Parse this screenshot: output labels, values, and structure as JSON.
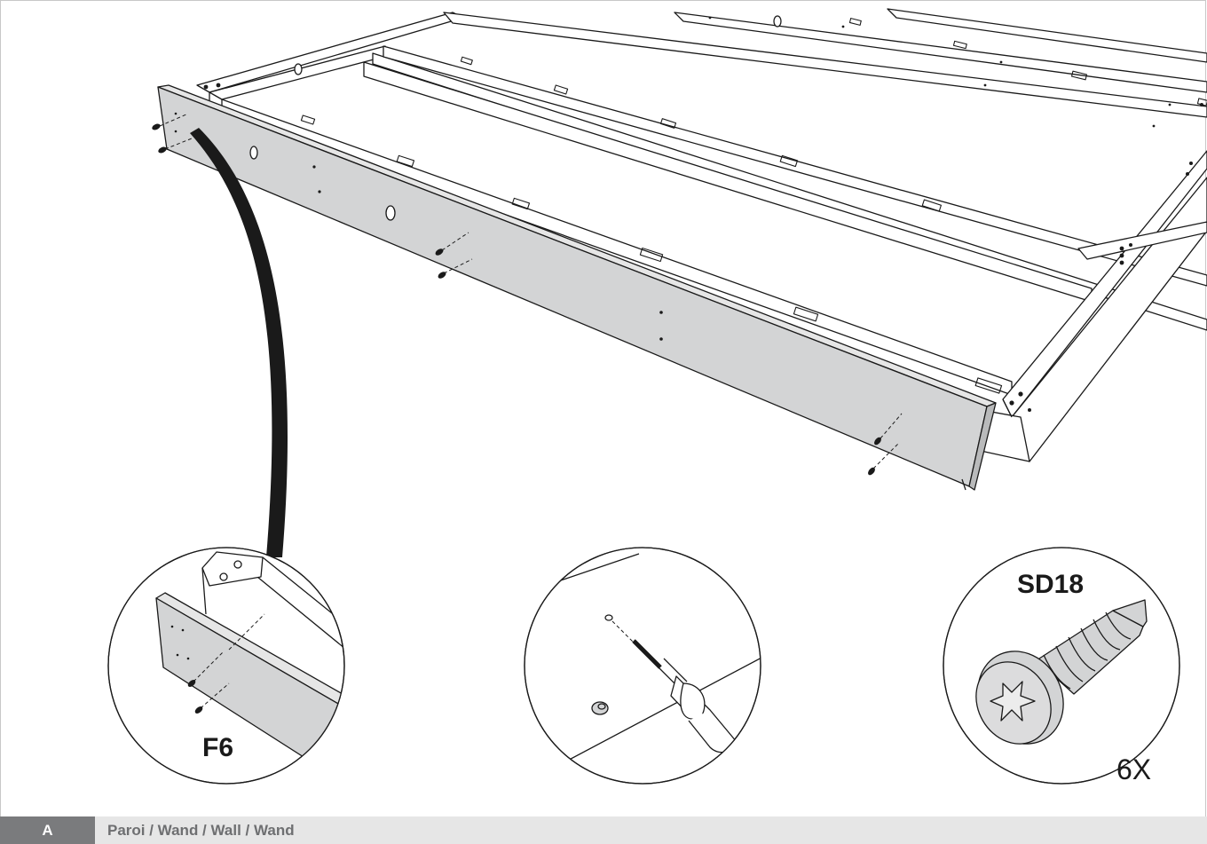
{
  "footer": {
    "step": "A",
    "title": "Paroi / Wand / Wall / Wand"
  },
  "details": {
    "panel_label": "F6",
    "screw_label": "SD18",
    "screw_quantity": "6X"
  },
  "colors": {
    "panel_fill": "#d3d4d5",
    "line": "#1a1a1a",
    "footer_bg": "#e6e6e6",
    "step_bg": "#7a7b7d"
  }
}
